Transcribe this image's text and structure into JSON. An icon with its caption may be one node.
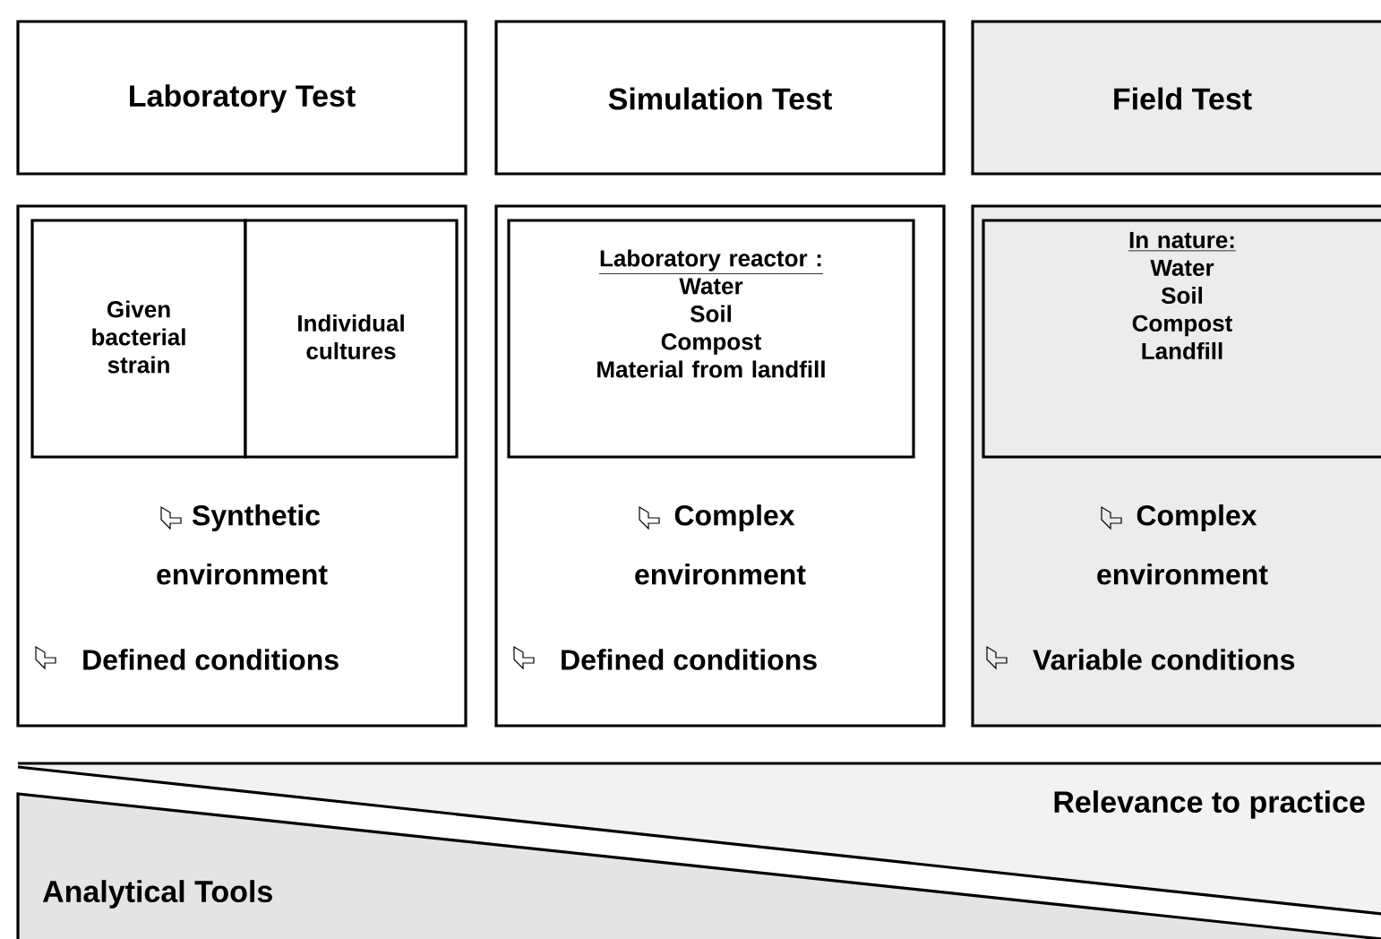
{
  "diagram": {
    "nodes": [
      {
        "text": [
          "Laboratory Test"
        ]
      },
      {
        "text": [
          "Simulation Test"
        ]
      },
      {
        "text": [
          "Field Test"
        ]
      },
      {
        "text": [
          "Synthetic environment",
          "Defined conditions"
        ]
      },
      {
        "text": [
          "Given bacterial strain"
        ],
        "in": 3
      },
      {
        "text": [
          "Individual cultures"
        ],
        "in": 3
      },
      {
        "text": [
          "Complex environment",
          "Defined conditions"
        ]
      },
      {
        "text": [
          "Laboratory reactor :",
          "Water",
          "Soil",
          "Compost",
          "Material from landfill"
        ],
        "in": 6
      },
      {
        "text": [
          "Complex environment",
          "Variable conditions"
        ]
      },
      {
        "text": [
          "In nature:",
          "Water",
          "Soil",
          "Compost",
          "Landfill"
        ],
        "in": 8
      },
      {
        "text": [
          "Relevance to practice"
        ]
      },
      {
        "text": [
          "Analytical Tools"
        ]
      }
    ]
  }
}
